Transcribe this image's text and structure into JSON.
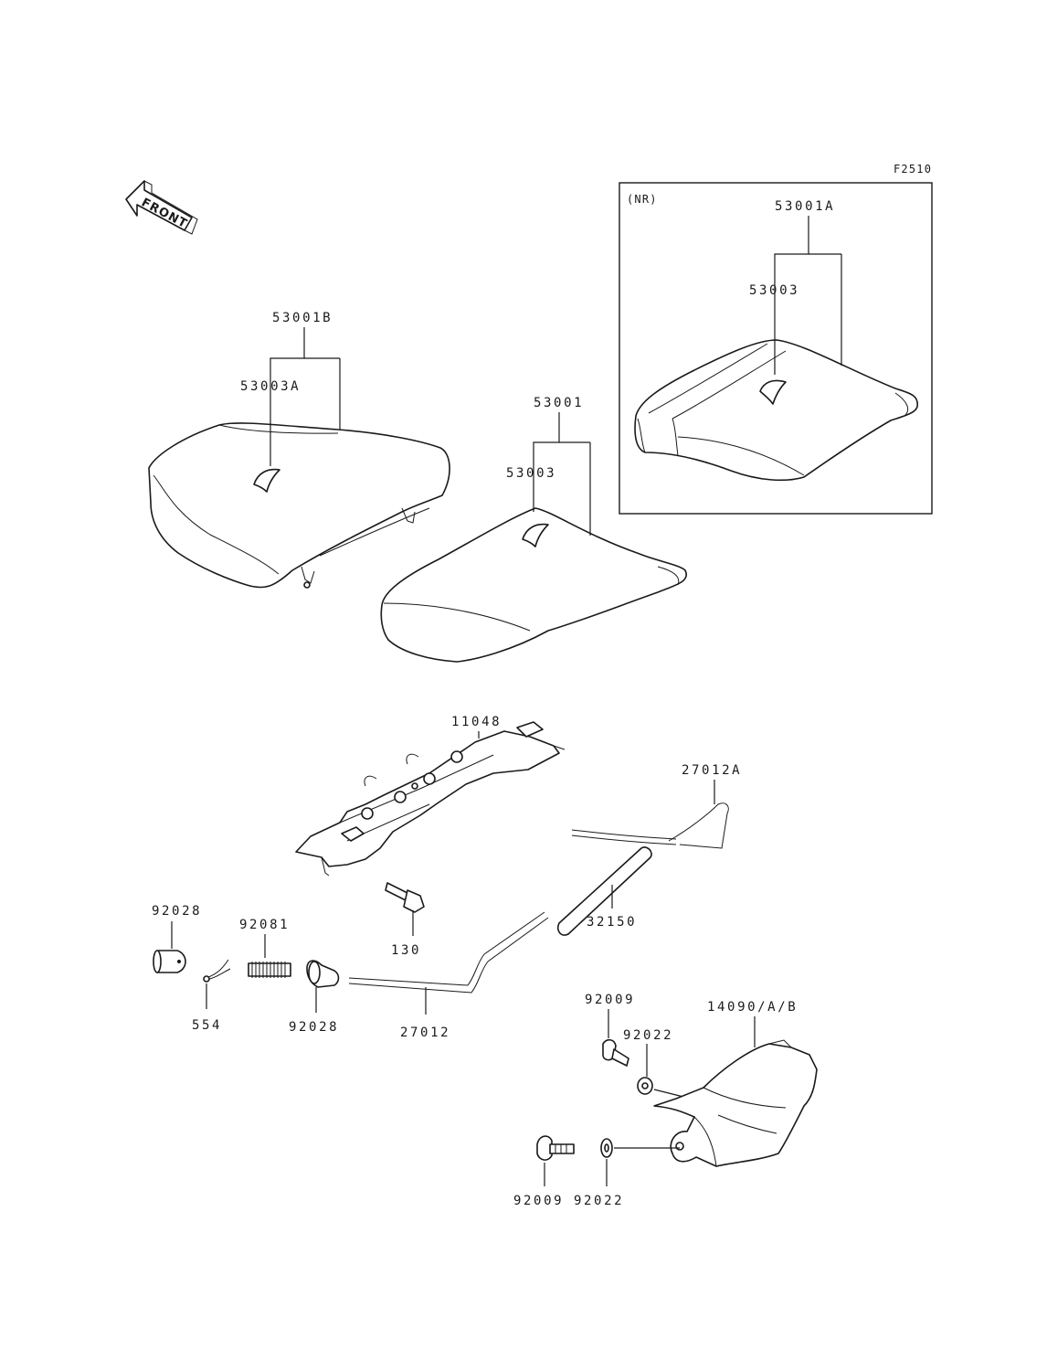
{
  "figure_code": "F2510",
  "front_label": "FRONT",
  "inset": {
    "label": "(NR)"
  },
  "parts": {
    "p53001B": "53001B",
    "p53003A": "53003A",
    "p53001": "53001",
    "p53003": "53003",
    "p53001A": "53001A",
    "p53003_nr": "53003",
    "p11048": "11048",
    "p27012A": "27012A",
    "p130": "130",
    "p32150": "32150",
    "p92028_a": "92028",
    "p92081": "92081",
    "p554": "554",
    "p92028_b": "92028",
    "p27012": "27012",
    "p92009_a": "92009",
    "p14090": "14090/A/B",
    "p92022_a": "92022",
    "p92009_b": "92009",
    "p92022_b": "92022"
  }
}
